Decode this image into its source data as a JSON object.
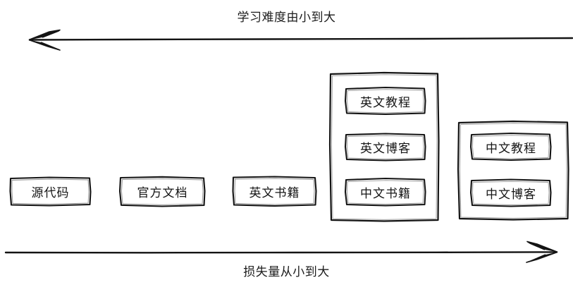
{
  "diagram": {
    "top_axis": {
      "label": "学习难度由小到大",
      "direction": "left",
      "arrow_name": "difficulty-axis-arrow"
    },
    "bottom_axis": {
      "label": "损失量从小到大",
      "direction": "right",
      "arrow_name": "loss-axis-arrow"
    },
    "columns": [
      {
        "id": "source-code",
        "grouped": false,
        "items": [
          {
            "label": "源代码"
          }
        ]
      },
      {
        "id": "official-docs",
        "grouped": false,
        "items": [
          {
            "label": "官方文档"
          }
        ]
      },
      {
        "id": "english-books",
        "grouped": false,
        "items": [
          {
            "label": "英文书籍"
          }
        ]
      },
      {
        "id": "english-group",
        "grouped": true,
        "items": [
          {
            "label": "英文教程"
          },
          {
            "label": "英文博客"
          },
          {
            "label": "中文书籍"
          }
        ]
      },
      {
        "id": "chinese-group",
        "grouped": true,
        "items": [
          {
            "label": "中文教程"
          },
          {
            "label": "中文博客"
          }
        ]
      }
    ],
    "colors": {
      "stroke": "#141414",
      "text": "#151515",
      "background": "#ffffff"
    }
  }
}
